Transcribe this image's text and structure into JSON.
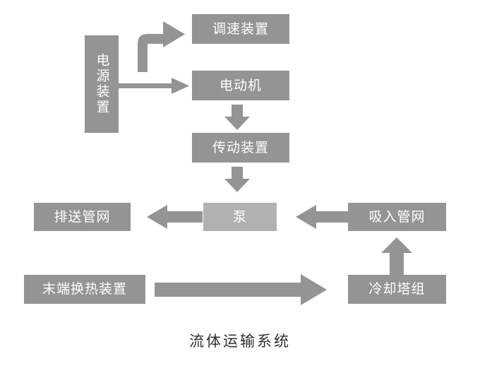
{
  "diagram": {
    "caption": "流体运输系统",
    "colors": {
      "background": "#ffffff",
      "box_dark": "#949494",
      "box_light": "#b1b1b1",
      "arrow": "#949494",
      "box_text": "#ffffff",
      "caption_text": "#2f2f2f"
    },
    "nodes": [
      {
        "id": "power-supply-unit",
        "label": "电源装置",
        "orientation": "vertical",
        "shade": "dark"
      },
      {
        "id": "speed-regulator",
        "label": "调速装置",
        "orientation": "horizontal",
        "shade": "dark"
      },
      {
        "id": "electric-motor",
        "label": "电动机",
        "orientation": "horizontal",
        "shade": "dark"
      },
      {
        "id": "transmission-unit",
        "label": "传动装置",
        "orientation": "horizontal",
        "shade": "dark"
      },
      {
        "id": "pump",
        "label": "泵",
        "orientation": "horizontal",
        "shade": "light"
      },
      {
        "id": "discharge-pipe-network",
        "label": "排送管网",
        "orientation": "horizontal",
        "shade": "dark"
      },
      {
        "id": "suction-pipe-network",
        "label": "吸入管网",
        "orientation": "horizontal",
        "shade": "dark"
      },
      {
        "id": "terminal-heat-exchanger",
        "label": "末端换热装置",
        "orientation": "horizontal",
        "shade": "dark"
      },
      {
        "id": "cooling-tower-group",
        "label": "冷却塔组",
        "orientation": "horizontal",
        "shade": "dark"
      }
    ],
    "arrows": [
      {
        "id": "power-to-speed-regulator",
        "type": "elbow-up-right",
        "from": "电源装置",
        "to": "调速装置"
      },
      {
        "id": "power-to-motor",
        "type": "right-thin",
        "from": "电源装置",
        "to": "电动机"
      },
      {
        "id": "motor-to-transmission",
        "type": "down-block",
        "from": "电动机",
        "to": "传动装置"
      },
      {
        "id": "transmission-to-pump",
        "type": "down-block",
        "from": "传动装置",
        "to": "泵"
      },
      {
        "id": "pump-to-discharge",
        "type": "left-block",
        "from": "泵",
        "to": "排送管网"
      },
      {
        "id": "suction-to-pump",
        "type": "left-block",
        "from": "吸入管网",
        "to": "泵"
      },
      {
        "id": "terminal-to-cooling-tower",
        "type": "right-long",
        "from": "末端换热装置",
        "to": "冷却塔组"
      },
      {
        "id": "cooling-tower-to-suction",
        "type": "up-block",
        "from": "冷却塔组",
        "to": "吸入管网"
      }
    ]
  }
}
